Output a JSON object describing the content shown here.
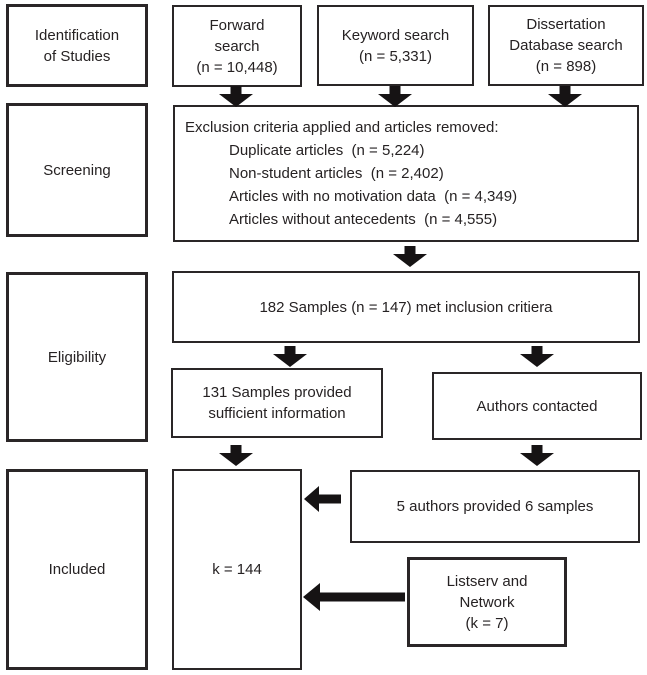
{
  "colors": {
    "ink": "#262223",
    "background": "#ffffff",
    "arrow": "#161314"
  },
  "stages": [
    {
      "lines": [
        "Identification",
        "of Studies"
      ]
    },
    {
      "lines": [
        "Screening"
      ]
    },
    {
      "lines": [
        "Eligibility"
      ]
    },
    {
      "lines": [
        "Included"
      ]
    }
  ],
  "sources": [
    {
      "lines": [
        "Forward",
        "search",
        "(n = 10,448)"
      ]
    },
    {
      "lines": [
        "Keyword search",
        "(n = 5,331)"
      ]
    },
    {
      "lines": [
        "Dissertation",
        "Database search",
        "(n = 898)"
      ]
    }
  ],
  "screening": {
    "heading": "Exclusion criteria applied and articles removed:",
    "items": [
      "Duplicate articles  (n = 5,224)",
      "Non-student articles  (n = 2,402)",
      "Articles with no motivation data  (n = 4,349)",
      "Articles without antecedents  (n = 4,555)"
    ]
  },
  "eligibility": {
    "inclusion": "182 Samples (n = 147) met inclusion critiera",
    "sufficient": {
      "lines": [
        "131 Samples provided",
        "sufficient information"
      ]
    },
    "authors_contacted": "Authors contacted"
  },
  "included": {
    "k_total": "k = 144",
    "authors_provided": "5 authors provided 6 samples",
    "listserv": {
      "lines": [
        "Listserv and",
        "Network",
        "(k = 7)"
      ]
    }
  },
  "icons": {
    "arrow_down": "filled down arrow",
    "arrow_left": "filled left arrow"
  }
}
